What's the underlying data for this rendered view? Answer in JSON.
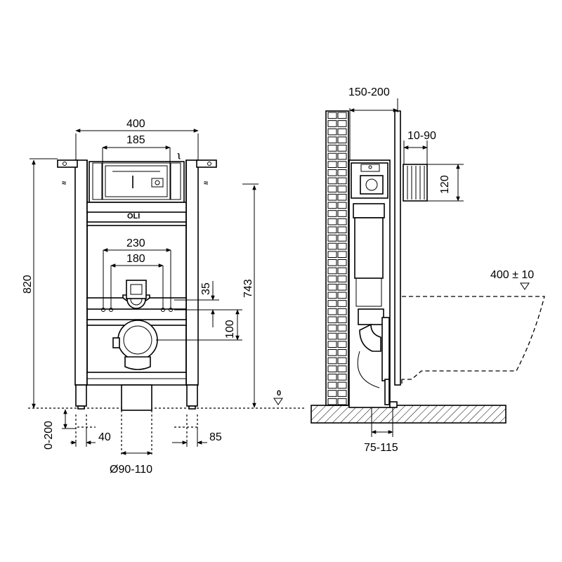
{
  "front": {
    "width": "400",
    "flush_width": "185",
    "height": "820",
    "outlet_height": "743",
    "bolt_spacing": "230",
    "bolt_spacing_inner": "180",
    "offset_35": "35",
    "offset_100": "100",
    "feet_adjust": "0-200",
    "foot_40": "40",
    "foot_85": "85",
    "drain_diameter": "Ø90-110",
    "logo": "OLI",
    "floor_mark": "0"
  },
  "side": {
    "wall_gap": "150-200",
    "plate_offset": "10-90",
    "plate_height": "120",
    "bowl_height": "400 ± 10",
    "drain_offset": "75-115"
  }
}
